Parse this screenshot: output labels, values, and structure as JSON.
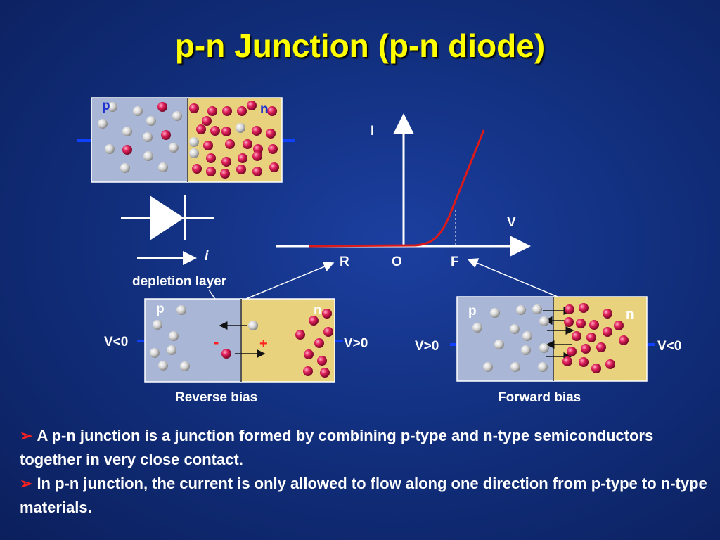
{
  "title": "p-n Junction (p-n diode)",
  "top_block": {
    "p_label": "p",
    "n_label": "n"
  },
  "diode": {
    "current_label": "i"
  },
  "graph": {
    "y_axis_label": "I",
    "x_axis_label": "V",
    "tick_r": "R",
    "tick_o": "O",
    "tick_f": "F"
  },
  "depletion_label": "depletion layer",
  "reverse": {
    "p_label": "p",
    "n_label": "n",
    "left_voltage": "V<0",
    "right_voltage": "V>0",
    "minus": "-",
    "plus": "+",
    "caption": "Reverse bias"
  },
  "forward": {
    "p_label": "p",
    "n_label": "n",
    "left_voltage": "V>0",
    "right_voltage": "V<0",
    "caption": "Forward bias"
  },
  "bullets": [
    "A p-n junction is a junction formed by combining p-type and n-type semiconductors together in very close contact.",
    "In p-n junction, the current is only allowed to flow along one direction from p-type to n-type materials."
  ],
  "colors": {
    "title": "#ffff00",
    "p_region": "#a9b6d6",
    "n_region": "#e8d27e",
    "electron": "#e0205a",
    "hole": "#d8d8d8",
    "curve": "#dd1a1a",
    "bullet_marker": "#ff2020"
  }
}
